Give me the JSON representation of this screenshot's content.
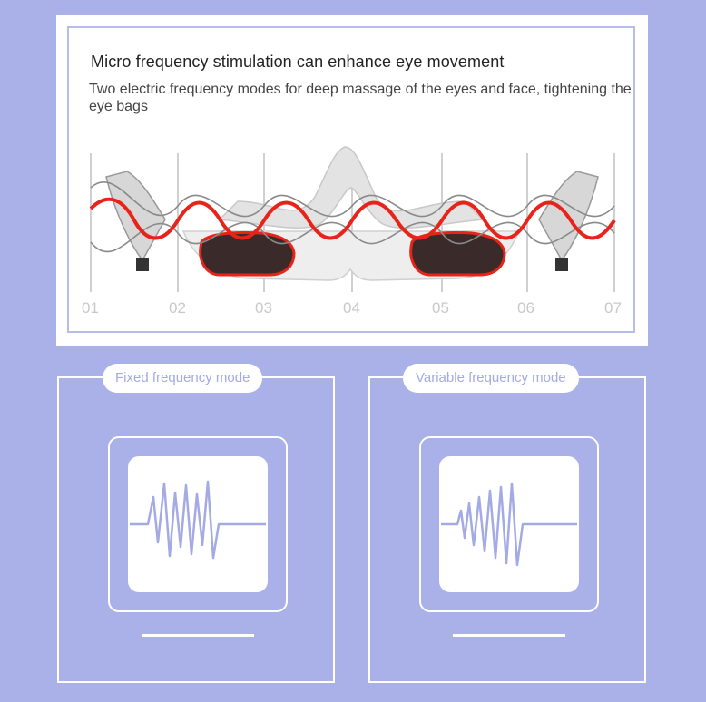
{
  "feature": {
    "headline": "Micro frequency stimulation can enhance eye movement",
    "description": "Two electric frequency modes for deep massage of the eyes and face, tightening the eye bags",
    "markers": [
      "01",
      "02",
      "03",
      "04",
      "05",
      "06",
      "07"
    ],
    "accent_color": "#e8231a"
  },
  "modes": [
    {
      "label": "Fixed frequency mode",
      "icon": "waveform-icon"
    },
    {
      "label": "Variable frequency mode",
      "icon": "waveform-icon"
    }
  ],
  "colors": {
    "background": "#a9b1e8",
    "pill_text": "#a3aae4",
    "waveform": "#a3aae4"
  }
}
